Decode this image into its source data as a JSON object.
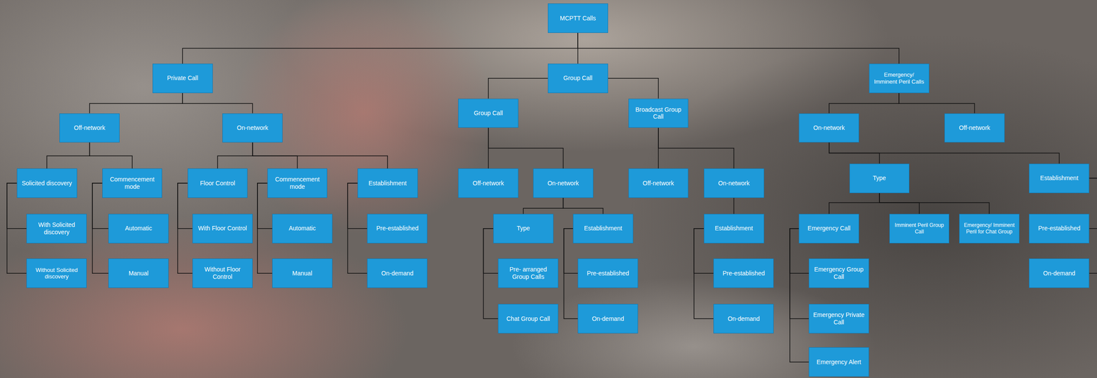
{
  "diagram": {
    "nodes": [
      {
        "text": [
          "MCPTT Calls"
        ]
      },
      {
        "text": [
          "Private Call"
        ]
      },
      {
        "text": [
          "Group Call"
        ]
      },
      {
        "text": [
          "Emergency/ Imminent Peril Calls"
        ]
      },
      {
        "text": [
          "Off-network"
        ]
      },
      {
        "text": [
          "On-network"
        ]
      },
      {
        "text": [
          "Solicited discovery"
        ]
      },
      {
        "text": [
          "Commencement mode"
        ]
      },
      {
        "text": [
          "With Solicited discovery"
        ]
      },
      {
        "text": [
          "Without Solicited discovery"
        ]
      },
      {
        "text": [
          "Automatic"
        ]
      },
      {
        "text": [
          "Manual"
        ]
      },
      {
        "text": [
          "Floor Control"
        ]
      },
      {
        "text": [
          "Commencement mode"
        ]
      },
      {
        "text": [
          "Establishment"
        ]
      },
      {
        "text": [
          "With Floor Control"
        ]
      },
      {
        "text": [
          "Without Floor Control"
        ]
      },
      {
        "text": [
          "Automatic"
        ]
      },
      {
        "text": [
          "Manual"
        ]
      },
      {
        "text": [
          "Pre-established"
        ]
      },
      {
        "text": [
          "On-demand"
        ]
      },
      {
        "text": [
          "Group Call"
        ]
      },
      {
        "text": [
          "Broadcast Group Call"
        ]
      },
      {
        "text": [
          "Off-network"
        ]
      },
      {
        "text": [
          "On-network"
        ]
      },
      {
        "text": [
          "Type"
        ]
      },
      {
        "text": [
          "Establishment"
        ]
      },
      {
        "text": [
          "Pre- arranged Group Calls"
        ]
      },
      {
        "text": [
          "Chat Group Call"
        ]
      },
      {
        "text": [
          "Pre-established"
        ]
      },
      {
        "text": [
          "On-demand"
        ]
      },
      {
        "text": [
          "Off-network"
        ]
      },
      {
        "text": [
          "On-network"
        ]
      },
      {
        "text": [
          "Establishment"
        ]
      },
      {
        "text": [
          "Pre-established"
        ]
      },
      {
        "text": [
          "On-demand"
        ]
      },
      {
        "text": [
          "On-network"
        ]
      },
      {
        "text": [
          "Off-network"
        ]
      },
      {
        "text": [
          "Type"
        ]
      },
      {
        "text": [
          "Establishment"
        ]
      },
      {
        "text": [
          "Emergency Call"
        ]
      },
      {
        "text": [
          "Imminent Peril Group Call"
        ]
      },
      {
        "text": [
          "Emergency/ Imminent Peril for Chat Group"
        ]
      },
      {
        "text": [
          "Emergency Group Call"
        ]
      },
      {
        "text": [
          "Emergency Private Call"
        ]
      },
      {
        "text": [
          "Emergency Alert"
        ]
      },
      {
        "text": [
          "Pre-established"
        ]
      },
      {
        "text": [
          "On-demand"
        ]
      }
    ],
    "edges": [
      {
        "from": 0,
        "to": 1,
        "arrow": "none"
      },
      {
        "from": 0,
        "to": 2,
        "arrow": "none"
      },
      {
        "from": 0,
        "to": 3,
        "arrow": "none"
      },
      {
        "from": 1,
        "to": 4,
        "arrow": "none"
      },
      {
        "from": 1,
        "to": 5,
        "arrow": "none"
      },
      {
        "from": 4,
        "to": 6,
        "arrow": "none"
      },
      {
        "from": 4,
        "to": 7,
        "arrow": "none"
      },
      {
        "from": 6,
        "to": 8,
        "arrow": "none"
      },
      {
        "from": 6,
        "to": 9,
        "arrow": "none"
      },
      {
        "from": 7,
        "to": 10,
        "arrow": "none"
      },
      {
        "from": 7,
        "to": 11,
        "arrow": "none"
      },
      {
        "from": 5,
        "to": 12,
        "arrow": "none"
      },
      {
        "from": 5,
        "to": 13,
        "arrow": "none"
      },
      {
        "from": 5,
        "to": 14,
        "arrow": "none"
      },
      {
        "from": 12,
        "to": 15,
        "arrow": "none"
      },
      {
        "from": 12,
        "to": 16,
        "arrow": "none"
      },
      {
        "from": 13,
        "to": 17,
        "arrow": "none"
      },
      {
        "from": 13,
        "to": 18,
        "arrow": "none"
      },
      {
        "from": 14,
        "to": 19,
        "arrow": "none"
      },
      {
        "from": 14,
        "to": 20,
        "arrow": "none"
      },
      {
        "from": 2,
        "to": 21,
        "arrow": "none"
      },
      {
        "from": 2,
        "to": 22,
        "arrow": "none"
      },
      {
        "from": 21,
        "to": 23,
        "arrow": "none"
      },
      {
        "from": 21,
        "to": 24,
        "arrow": "none"
      },
      {
        "from": 24,
        "to": 25,
        "arrow": "none"
      },
      {
        "from": 24,
        "to": 26,
        "arrow": "none"
      },
      {
        "from": 25,
        "to": 27,
        "arrow": "none"
      },
      {
        "from": 25,
        "to": 28,
        "arrow": "none"
      },
      {
        "from": 26,
        "to": 29,
        "arrow": "none"
      },
      {
        "from": 26,
        "to": 30,
        "arrow": "none"
      },
      {
        "from": 22,
        "to": 31,
        "arrow": "none"
      },
      {
        "from": 22,
        "to": 32,
        "arrow": "none"
      },
      {
        "from": 32,
        "to": 33,
        "arrow": "none"
      },
      {
        "from": 33,
        "to": 34,
        "arrow": "none"
      },
      {
        "from": 33,
        "to": 35,
        "arrow": "none"
      },
      {
        "from": 3,
        "to": 36,
        "arrow": "none"
      },
      {
        "from": 3,
        "to": 37,
        "arrow": "none"
      },
      {
        "from": 36,
        "to": 38,
        "arrow": "none"
      },
      {
        "from": 36,
        "to": 39,
        "arrow": "none"
      },
      {
        "from": 38,
        "to": 40,
        "arrow": "none"
      },
      {
        "from": 38,
        "to": 41,
        "arrow": "none"
      },
      {
        "from": 38,
        "to": 42,
        "arrow": "none"
      },
      {
        "from": 40,
        "to": 43,
        "arrow": "none"
      },
      {
        "from": 40,
        "to": 44,
        "arrow": "none"
      },
      {
        "from": 40,
        "to": 45,
        "arrow": "none"
      },
      {
        "from": 39,
        "to": 46,
        "arrow": "none"
      },
      {
        "from": 39,
        "to": 47,
        "arrow": "none"
      }
    ]
  }
}
